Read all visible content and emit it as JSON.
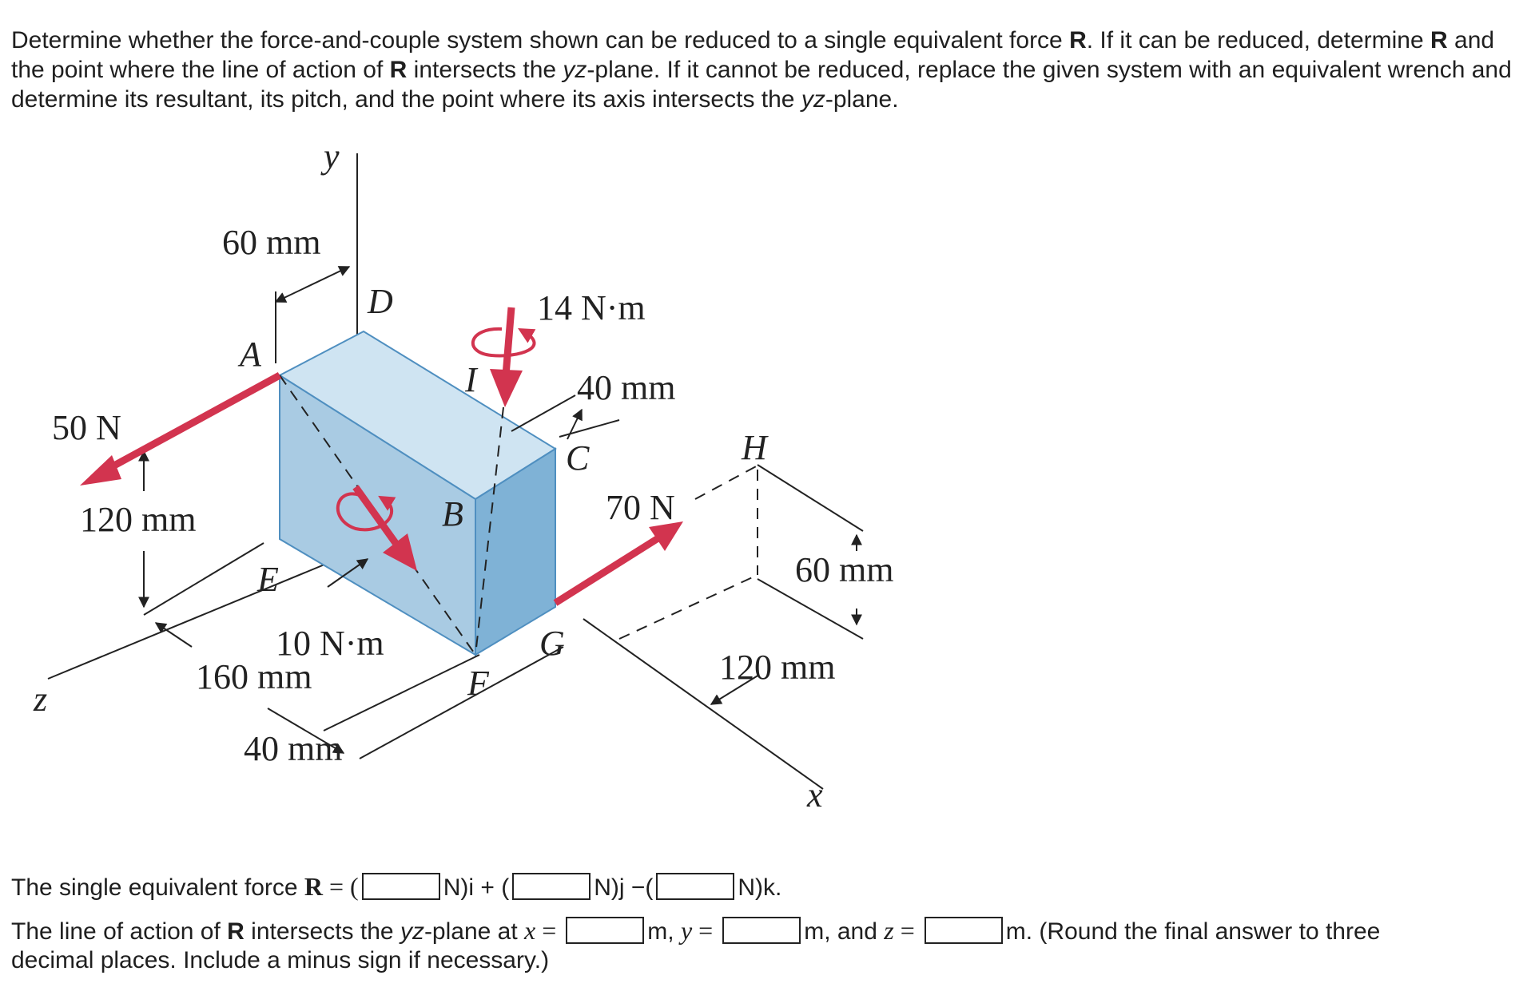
{
  "problem": {
    "part1": "Determine whether the force-and-couple system shown can be reduced to a single equivalent force ",
    "R1": "R",
    "part2": ". If it can be reduced, determine ",
    "R2": "R",
    "part3": " and the point where the line of action of ",
    "R3": "R",
    "part4": " intersects the ",
    "yz1": "yz",
    "part5": "-plane. If it cannot be reduced, replace the given system with an equivalent wrench and determine its resultant, its pitch, and the point where its axis intersects the ",
    "yz2": "yz",
    "part6": "-plane."
  },
  "figure": {
    "labels": {
      "y_axis": "y",
      "z_axis": "z",
      "x_axis": "x",
      "dim_60_top": "60 mm",
      "point_D": "D",
      "point_A": "A",
      "point_I": "I",
      "moment_14": "14 N·m",
      "dim_40_top": "40 mm",
      "force_50": "50 N",
      "point_C": "C",
      "point_H": "H",
      "point_B": "B",
      "force_70": "70 N",
      "dim_120_left": "120 mm",
      "dim_60_right": "60 mm",
      "point_E": "E",
      "moment_10": "10 N·m",
      "point_G": "G",
      "dim_120_right": "120 mm",
      "dim_160": "160 mm",
      "point_F": "F",
      "dim_40_bottom": "40 mm"
    },
    "colors": {
      "force_arrow": "#d2344f",
      "block_front": "#a9cbe3",
      "block_top": "#cfe4f2",
      "block_side": "#7fb2d6",
      "edge": "#4f8fc0"
    }
  },
  "answers": {
    "line1": {
      "lead": "The single equivalent force ",
      "R": "R",
      "eq": " = (",
      "i_label": "N)i + (",
      "j_label": "N)j −(",
      "k_label": "N)k."
    },
    "line2": {
      "lead": "The line of action of ",
      "R": "R",
      "mid": " intersects the ",
      "yz": "yz",
      "plane": "-plane at ",
      "x": "x",
      "x_eq": " = ",
      "m1": "m, ",
      "y": "y",
      "y_eq": " = ",
      "m2": "m, and ",
      "z": "z",
      "z_eq": " = ",
      "m3": "m. (Round the final answer to three"
    },
    "line3": "decimal places. Include a minus sign if necessary.)"
  }
}
